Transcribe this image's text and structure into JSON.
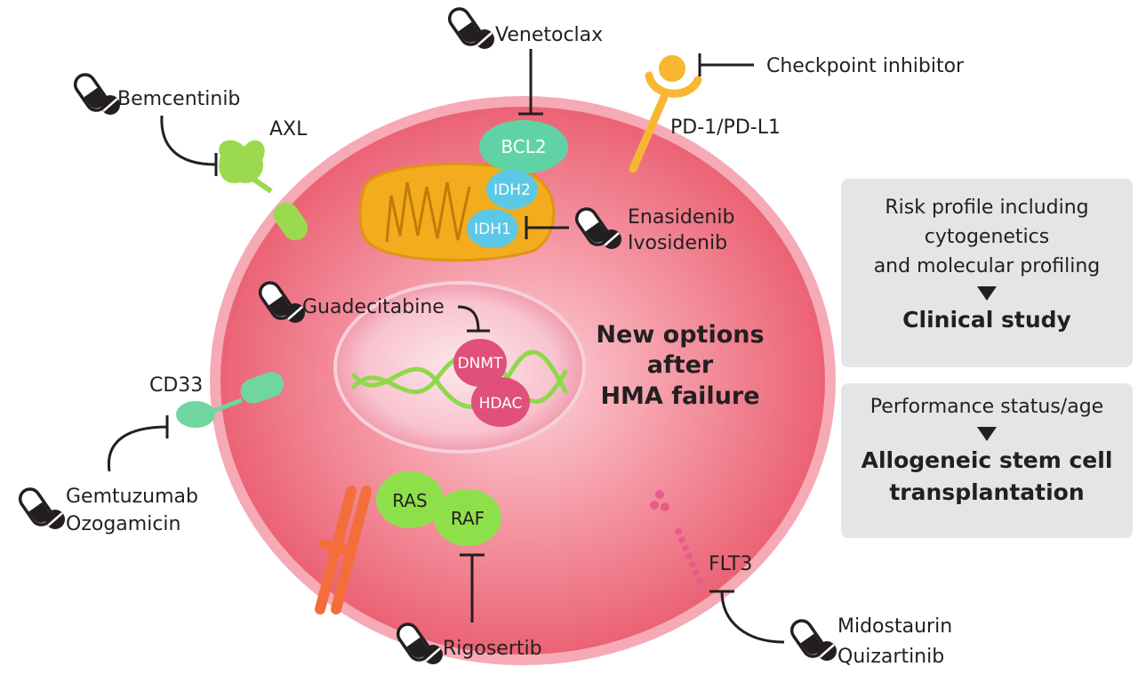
{
  "center_text": [
    "New options",
    "after",
    "HMA failure"
  ],
  "drugs": {
    "venetoclax": "Venetoclax",
    "checkpoint": "Checkpoint inhibitor",
    "bemcentinib": "Bemcentinib",
    "enasidenib": "Enasidenib",
    "ivosidenib": "Ivosidenib",
    "guadecitabine": "Guadecitabine",
    "gemtuzumab": "Gemtuzumab",
    "ozogamicin": "Ozogamicin",
    "rigosertib": "Rigosertib",
    "midostaurin": "Midostaurin",
    "quizartinib": "Quizartinib"
  },
  "targets": {
    "axl": "AXL",
    "pd1": "PD-1/PD-L1",
    "bcl2": "BCL2",
    "idh2": "IDH2",
    "idh1": "IDH1",
    "dnmt": "DNMT",
    "hdac": "HDAC",
    "cd33": "CD33",
    "ras": "RAS",
    "raf": "RAF",
    "flt3": "FLT3"
  },
  "boxes": [
    {
      "lines": [
        "Risk profile including",
        "cytogenetics",
        "and molecular profiling"
      ],
      "result": "Clinical study"
    },
    {
      "lines": [
        "Performance status/age"
      ],
      "result": [
        "Allogeneic stem cell",
        "transplantation"
      ]
    }
  ],
  "colors": {
    "cell_body": "#ee6d7d",
    "cell_rim": "#f7b9c2",
    "nucleus": "#f6b8c6",
    "bcl2": "#5fd3a5",
    "idh": "#5bc8e6",
    "mitochondrion": "#f2ac1e",
    "ras_raf": "#8ee04b",
    "dnmt_hdac": "#e0507a",
    "dna": "#8fd84a",
    "receptor_orange": "#f36e3a",
    "pd1": "#f8b631",
    "axl": "#9bd94e",
    "cd33": "#6fd6a0",
    "box_bg": "#e3e5e6"
  }
}
